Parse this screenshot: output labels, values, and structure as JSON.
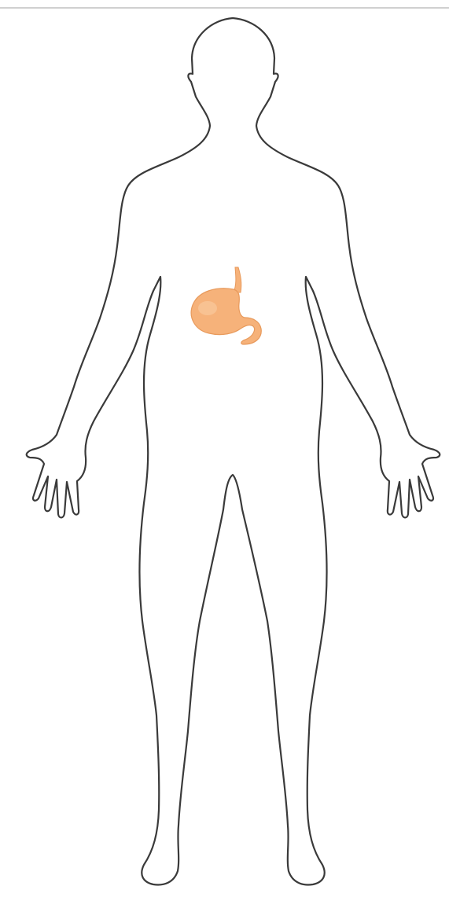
{
  "diagram": {
    "figure": "human-body-outline",
    "view": "front",
    "highlighted_organ": "stomach",
    "colors": {
      "background": "#ffffff",
      "outline": "#3a3a3a",
      "divider": "#d0d0d0",
      "organ_fill": "#f6b27a",
      "organ_fill_light": "#f9c99c",
      "organ_stroke": "#e89a5c"
    }
  }
}
